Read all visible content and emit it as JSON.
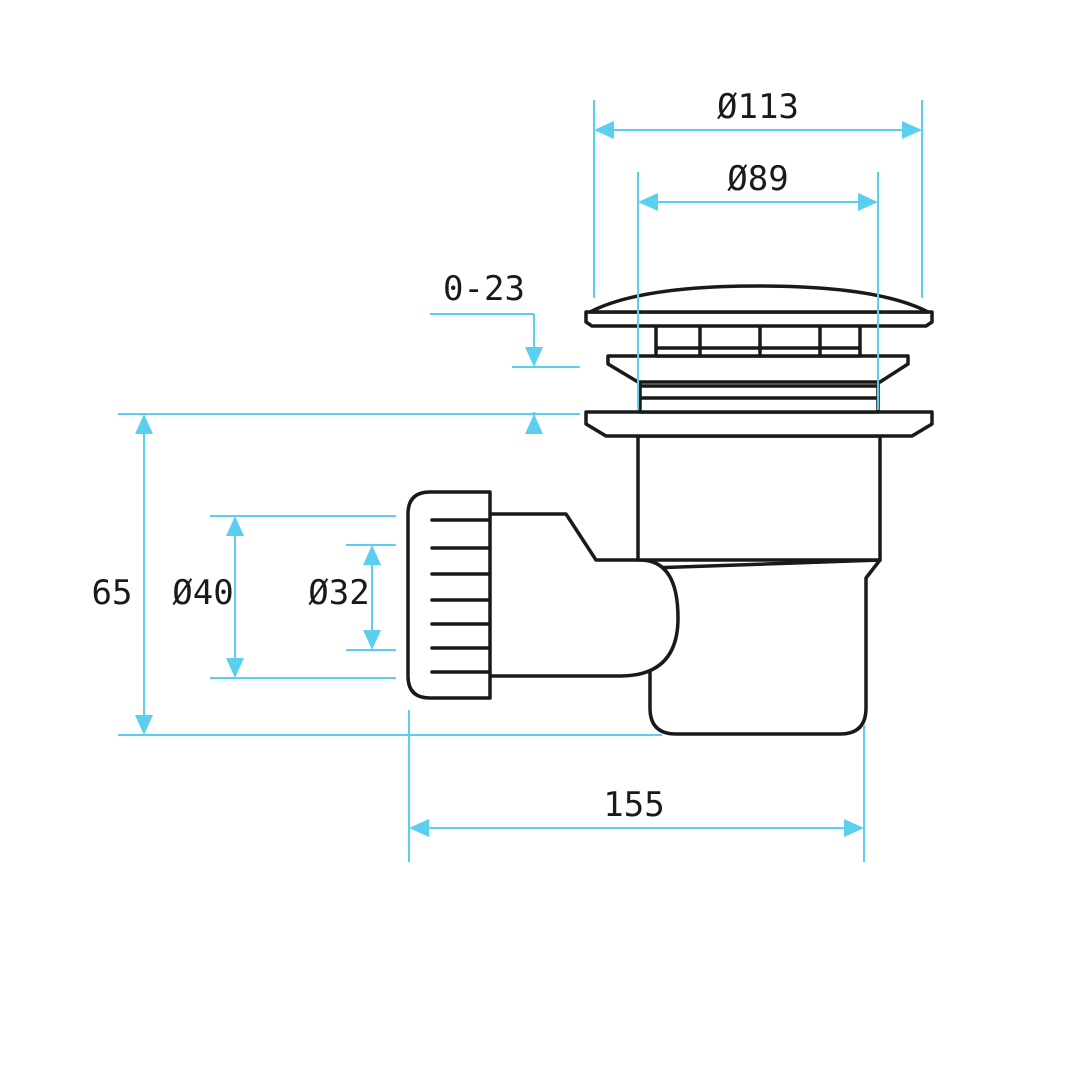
{
  "dimensions": {
    "cap_outer_diameter": "Ø113",
    "cap_inner_diameter": "Ø89",
    "height_adjust": "0-23",
    "height": "65",
    "outlet_outer_diameter": "Ø40",
    "outlet_inner_diameter": "Ø32",
    "overall_length": "155"
  },
  "colors": {
    "dimension": "#5bcfee",
    "outline": "#1a1a1a",
    "background": "#ffffff"
  }
}
